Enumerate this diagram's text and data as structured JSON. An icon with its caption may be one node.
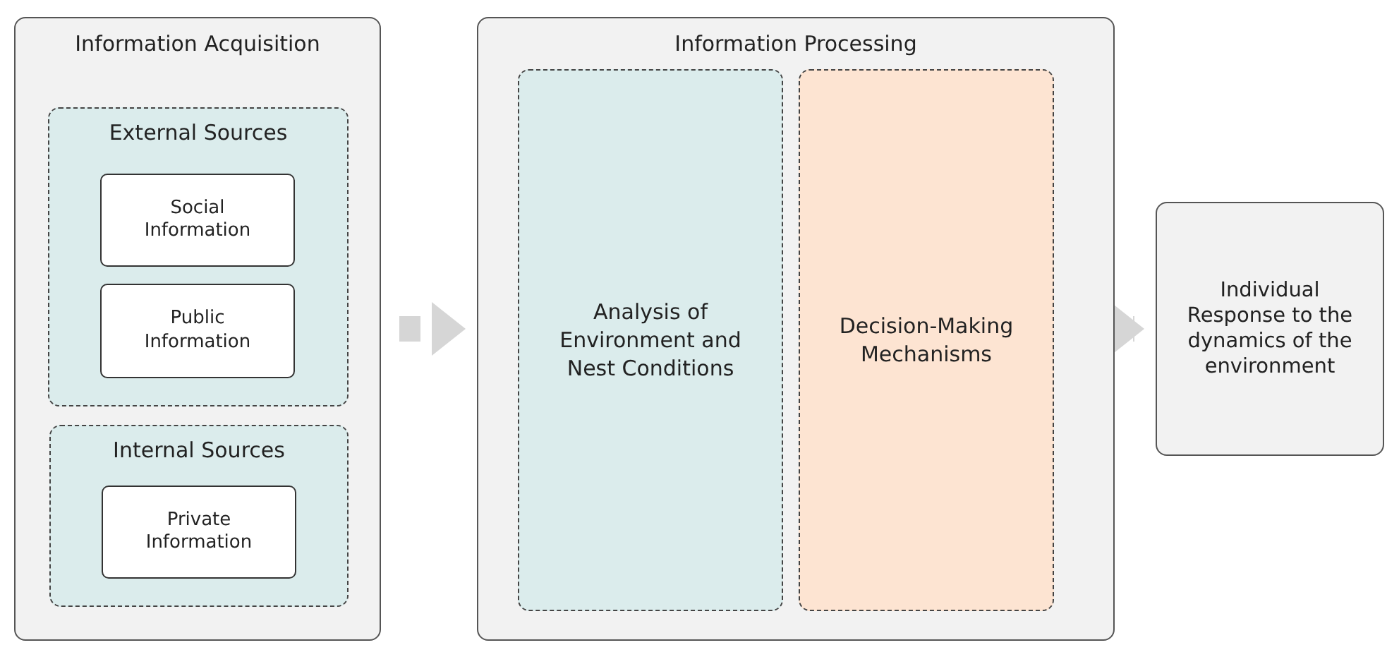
{
  "diagram": {
    "nodes": [
      {
        "text": [
          "Information Acquisition"
        ]
      },
      {
        "text": [
          "External Sources"
        ],
        "in": 0
      },
      {
        "text": [
          "Social Information"
        ],
        "in": 1
      },
      {
        "text": [
          "Public Information"
        ],
        "in": 1
      },
      {
        "text": [
          "Internal Sources"
        ],
        "in": 0
      },
      {
        "text": [
          "Private Information"
        ],
        "in": 4
      },
      {
        "text": [
          "Information Processing"
        ]
      },
      {
        "text": [
          "Analysis of Environment and Nest Conditions"
        ],
        "in": 6
      },
      {
        "text": [
          "Decision-Making Mechanisms"
        ],
        "in": 6
      },
      {
        "text": [
          "Individual Response to the dynamics of the environment"
        ]
      }
    ],
    "edges": [
      {
        "from": 0,
        "to": 6,
        "arrow": "to"
      },
      {
        "from": 6,
        "to": 9,
        "arrow": "to"
      }
    ]
  }
}
